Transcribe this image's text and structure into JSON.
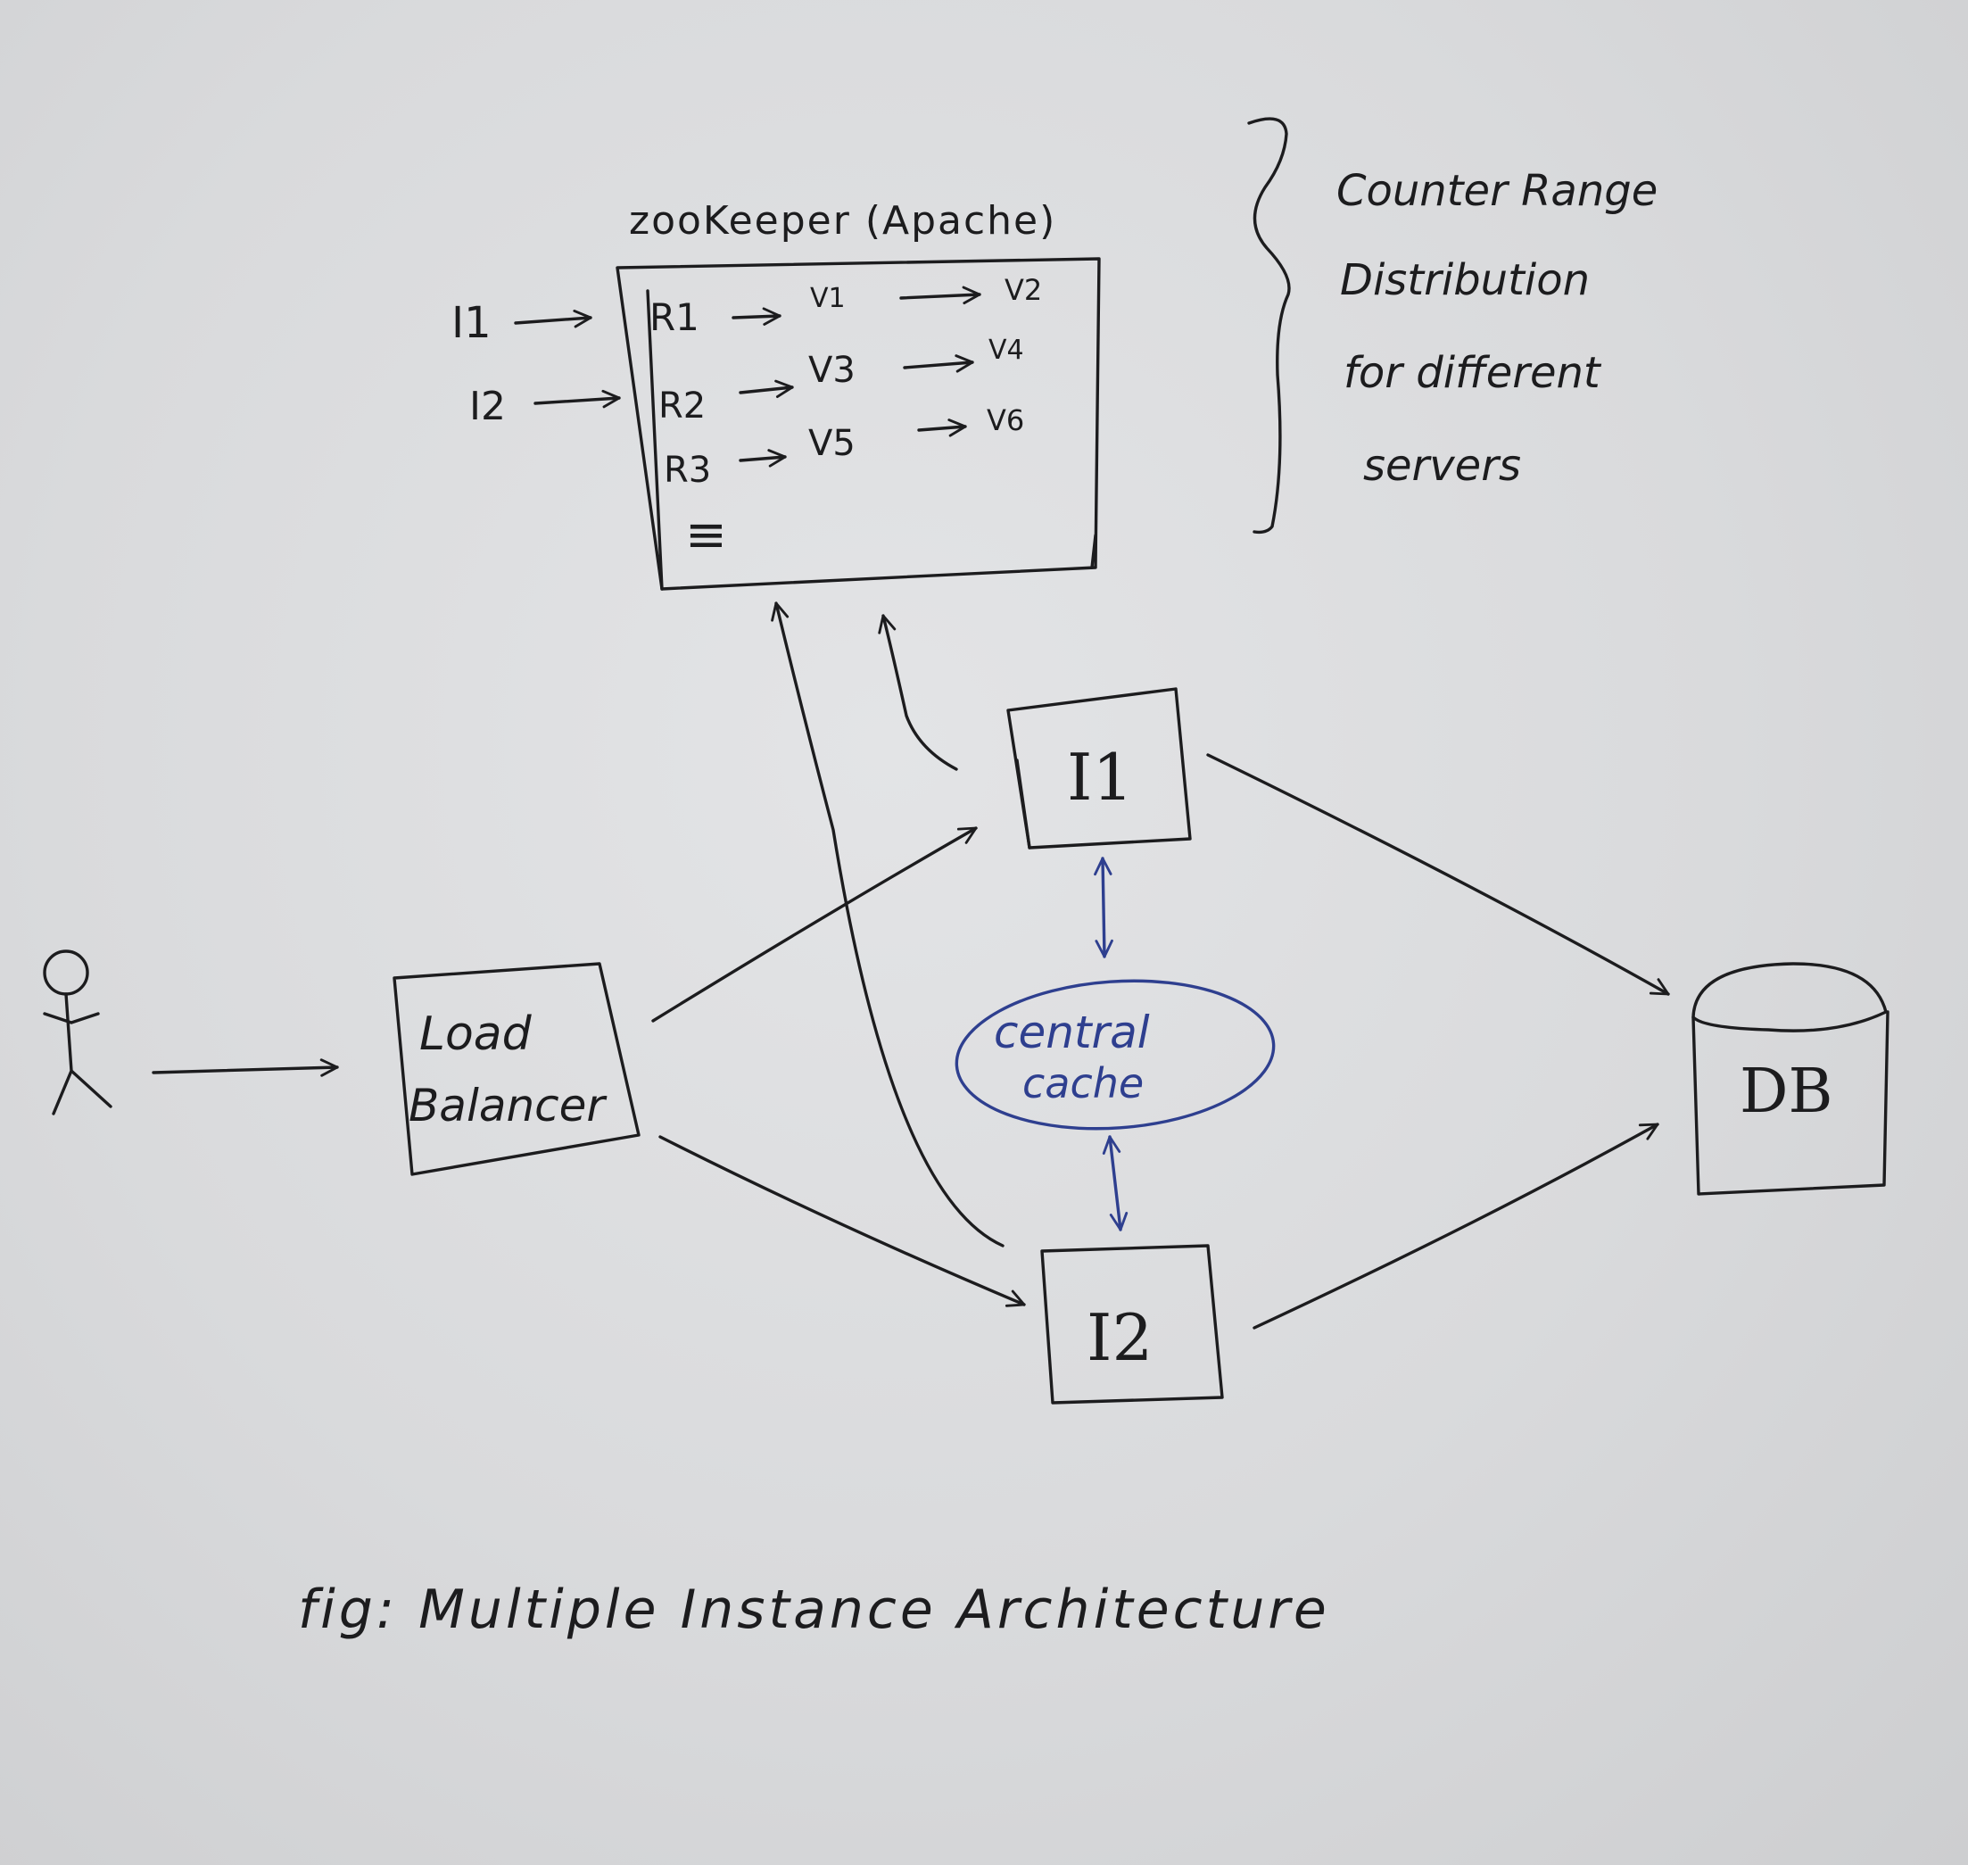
{
  "zookeeper": {
    "title": "zooKeeper (Apache)",
    "input_labels": [
      "I1",
      "I2"
    ],
    "rows": [
      {
        "range": "R1",
        "start": "V1",
        "end": "V2"
      },
      {
        "range": "R2",
        "start": "V3",
        "end": "V4"
      },
      {
        "range": "R3",
        "start": "V5",
        "end": "V6"
      }
    ],
    "more_rows": "≡"
  },
  "annotation": {
    "lines": [
      "Counter Range",
      "Distribution",
      "for different",
      "servers"
    ]
  },
  "nodes": {
    "instance1": "I1",
    "instance2": "I2",
    "load_balancer": [
      "Load",
      "Balancer"
    ],
    "central_cache": [
      "central",
      "cache"
    ],
    "database": "DB"
  },
  "caption": "fig: Multiple Instance Architecture",
  "colors": {
    "ink": "#1c1c1e",
    "blue_ink": "#2e3f8f",
    "paper": "#dedfe1"
  }
}
